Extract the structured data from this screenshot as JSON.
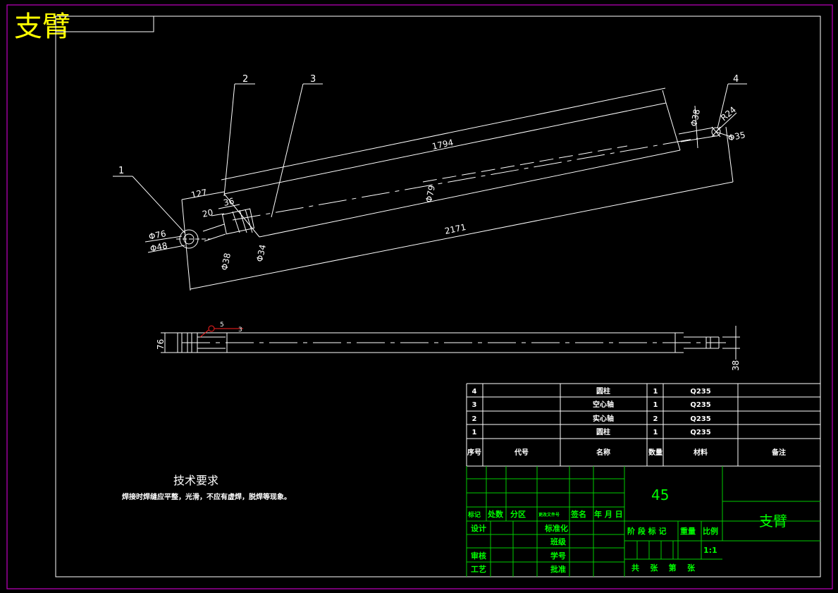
{
  "drawing": {
    "title": "支臂",
    "tech_title": "技术要求",
    "tech_text": "焊接时焊缝应平整，光滑，不应有虚焊，脱焊等现象。"
  },
  "balloons": [
    "1",
    "2",
    "3",
    "4"
  ],
  "dimensions": {
    "d1794": "1794",
    "d2171": "2171",
    "d127": "127",
    "d36": "36",
    "d20": "20",
    "phi76": "Φ76",
    "phi48": "Φ48",
    "phi38a": "Φ38",
    "phi34": "Φ34",
    "phi79": "Φ79",
    "phi38b": "Φ38",
    "r24": "R24",
    "phi35": "Φ35",
    "v76": "76",
    "v38": "38",
    "weld5": "5",
    "weld3": "3"
  },
  "parts_table": {
    "rows": [
      {
        "no": "4",
        "code": "",
        "name": "圆柱",
        "qty": "1",
        "material": "Q235",
        "note": ""
      },
      {
        "no": "3",
        "code": "",
        "name": "空心轴",
        "qty": "1",
        "material": "Q235",
        "note": ""
      },
      {
        "no": "2",
        "code": "",
        "name": "实心轴",
        "qty": "2",
        "material": "Q235",
        "note": ""
      },
      {
        "no": "1",
        "code": "",
        "name": "圆柱",
        "qty": "1",
        "material": "Q235",
        "note": ""
      }
    ],
    "header": {
      "no": "序号",
      "code": "代号",
      "name": "名称",
      "qty": "数量",
      "material": "材料",
      "note": "备注"
    }
  },
  "title_block": {
    "material": "45",
    "name": "支臂",
    "mark": "标记",
    "count": "处数",
    "zone": "分区",
    "change_doc": "更改文件号",
    "sign": "签名",
    "date": "年 月 日",
    "design": "设计",
    "standard": "标准化",
    "class": "班级",
    "review": "审核",
    "student_no": "学号",
    "craft": "工艺",
    "approve": "批准",
    "stage": "阶 段 标 记",
    "weight": "重量",
    "scale": "比例",
    "scale_value": "1:1",
    "sheets": "共    张    第    张"
  },
  "colors": {
    "frame": "#ffffff",
    "border": "#c000c0",
    "table": "#00ff00",
    "title": "#ffff00",
    "weld": "#ff2020"
  }
}
